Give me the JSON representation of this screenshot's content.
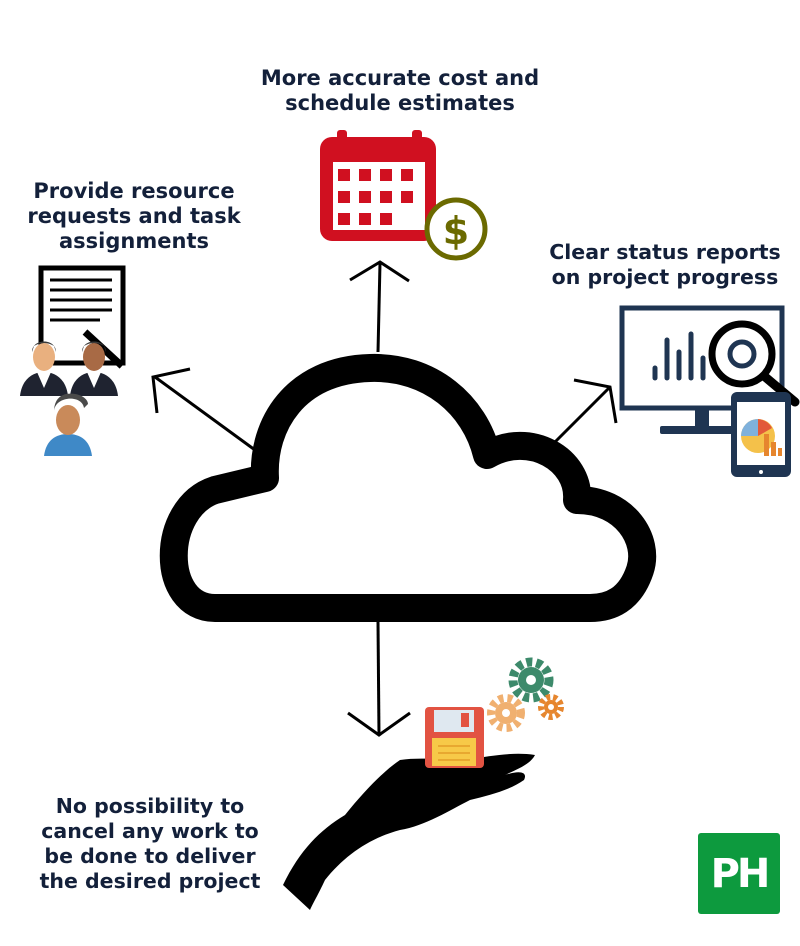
{
  "labels": {
    "top": [
      "More accurate cost and",
      "schedule estimates"
    ],
    "left": [
      "Provide resource",
      "requests and task",
      "assignments"
    ],
    "right": [
      "Clear status reports",
      "on project progress"
    ],
    "bottom": [
      "No possibility to",
      "cancel any work to",
      "be done to deliver",
      "the desired project"
    ]
  },
  "logo": {
    "text": "PH",
    "color": "#0d9a3e"
  },
  "icons": {
    "center": "cloud-icon",
    "top": "calendar-dollar-icon",
    "left": "document-team-icon",
    "right": "monitor-analytics-icon",
    "bottom": "hand-floppy-gears-icon"
  },
  "colors": {
    "text": "#13203a",
    "calendar": "#d01020",
    "dollar": "#6b6a00",
    "monitor": "#1f3552"
  }
}
